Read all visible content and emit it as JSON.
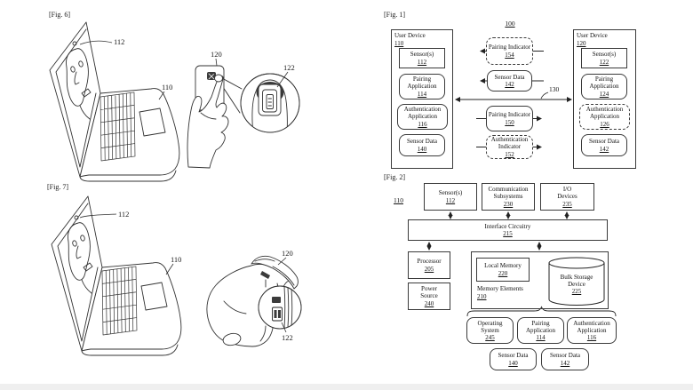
{
  "colors": {
    "background": "#ffffff",
    "ink": "#1a1a1a",
    "line_art": "#333333",
    "bottom_band": "#efefef"
  },
  "fig6": {
    "label": "[Fig. 6]",
    "refs": {
      "camera": "112",
      "laptop": "110",
      "phone": "120",
      "sensor": "122"
    }
  },
  "fig7": {
    "label": "[Fig. 7]",
    "refs": {
      "camera": "112",
      "laptop": "110",
      "watch": "120",
      "sensor": "122"
    }
  },
  "fig1": {
    "label": "[Fig. 1]",
    "system_ref": "100",
    "link_ref": "130",
    "left_device": {
      "title": "User Device",
      "ref": "110",
      "blocks": [
        {
          "name": "Sensor(s)",
          "ref": "112"
        },
        {
          "name": "Pairing Application",
          "ref": "114"
        },
        {
          "name": "Authentication Application",
          "ref": "116"
        },
        {
          "name": "Sensor Data",
          "ref": "140"
        }
      ]
    },
    "right_device": {
      "title": "User Device",
      "ref": "120",
      "blocks": [
        {
          "name": "Sensor(s)",
          "ref": "122"
        },
        {
          "name": "Pairing Application",
          "ref": "124"
        },
        {
          "name": "Authentication Application",
          "ref": "126"
        },
        {
          "name": "Sensor Data",
          "ref": "142"
        }
      ]
    },
    "messages": [
      {
        "name": "Pairing Indicator",
        "ref": "154",
        "style": "dashed",
        "direction": "left"
      },
      {
        "name": "Sensor Data",
        "ref": "142",
        "style": "solid",
        "direction": "left"
      },
      {
        "name": "Pairing Indicator",
        "ref": "150",
        "style": "solid",
        "direction": "right"
      },
      {
        "name": "Authentication Indicator",
        "ref": "152",
        "style": "dashed",
        "direction": "right"
      }
    ]
  },
  "fig2": {
    "label": "[Fig. 2]",
    "device_ref": "110",
    "top_blocks": [
      {
        "name": "Sensor(s)",
        "ref": "112"
      },
      {
        "name": "Communication Subsystems",
        "ref": "230"
      },
      {
        "name": "I/O Devices",
        "ref": "235"
      }
    ],
    "interface": {
      "name": "Interface Circuitry",
      "ref": "215"
    },
    "processor": {
      "name": "Processor",
      "ref": "205"
    },
    "power": {
      "name": "Power Source",
      "ref": "240"
    },
    "memory": {
      "name": "Memory Elements",
      "ref": "210"
    },
    "local_memory": {
      "name": "Local Memory",
      "ref": "220"
    },
    "bulk_storage": {
      "name": "Bulk Storage Device",
      "ref": "225"
    },
    "software": [
      {
        "name": "Operating System",
        "ref": "245"
      },
      {
        "name": "Pairing Application",
        "ref": "114"
      },
      {
        "name": "Authentication Application",
        "ref": "116"
      }
    ],
    "data_blocks": [
      {
        "name": "Sensor Data",
        "ref": "140"
      },
      {
        "name": "Sensor Data",
        "ref": "142"
      }
    ]
  }
}
